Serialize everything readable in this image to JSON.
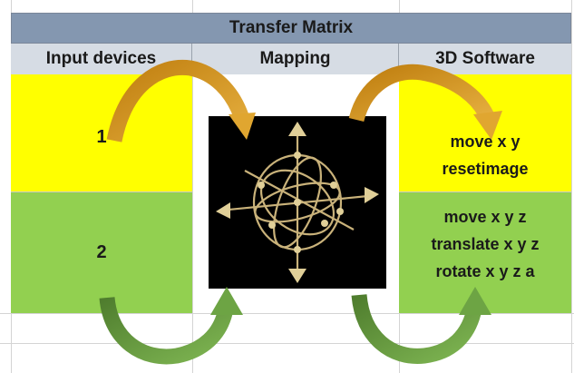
{
  "table": {
    "title": "Transfer Matrix",
    "headers": [
      "Input devices",
      "Mapping",
      "3D Software"
    ],
    "rows": [
      {
        "device": "1",
        "commands": [
          "move x y",
          "resetimage"
        ]
      },
      {
        "device": "2",
        "commands": [
          "move x y z",
          "translate x y z",
          "rotate x y z a"
        ]
      }
    ]
  },
  "colors": {
    "title_bg": "#8497b0",
    "header_bg": "#d6dce4",
    "row1_bg": "#ffff00",
    "row2_bg": "#92d050",
    "orange_arrow": "#d49a1c",
    "green_arrow": "#5d8f3a"
  },
  "icons": {
    "mapping": "3d-navigation-sphere-icon"
  }
}
